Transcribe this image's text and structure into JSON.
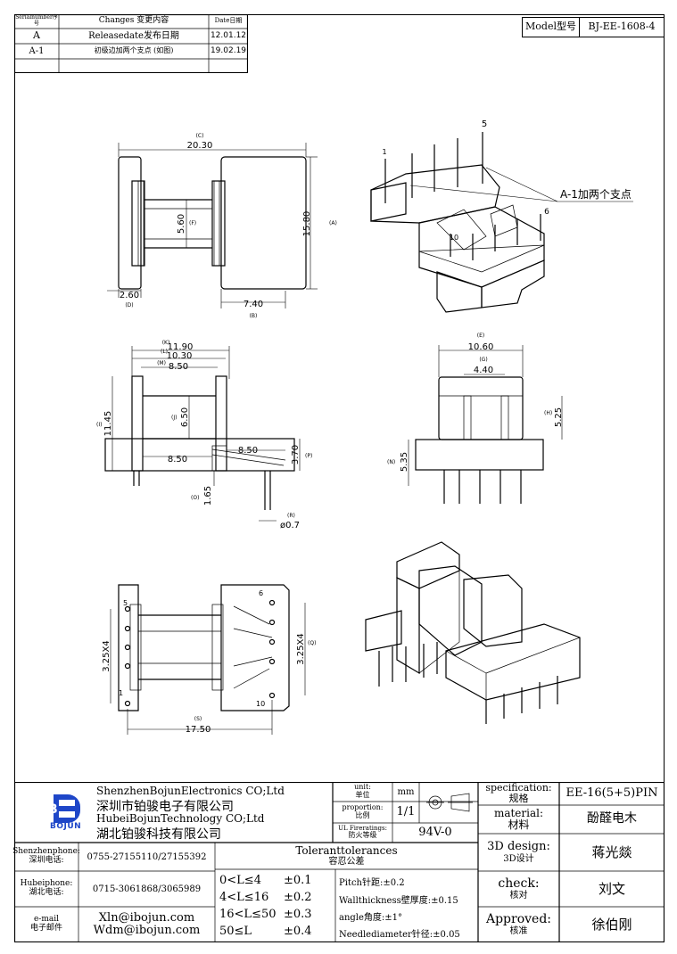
{
  "revision_table": {
    "headers": {
      "serial": "Serialnumber序号",
      "changes": "Changes 变更内容",
      "date": "Date日期"
    },
    "rows": [
      {
        "serial": "A",
        "change": "Releasedate发布日期",
        "date": "12.01.12"
      },
      {
        "serial": "A-1",
        "change": "初级边加两个支点 (如图)",
        "date": "19.02.19"
      }
    ]
  },
  "model": {
    "label": "Model型号",
    "value": "BJ-EE-1608-4"
  },
  "annotation": {
    "note": "A-1加两个支点"
  },
  "dimensions": {
    "view1": {
      "c_label": "(C)",
      "c_value": "20.30",
      "a_label": "(A)",
      "a_value": "15.80",
      "f_label": "(F)",
      "f_value": "5.60",
      "d_label": "(D)",
      "d_value": "2.60",
      "b_label": "(B)",
      "b_value": "7.40"
    },
    "view2": {
      "k_label": "(K)",
      "k_value": "11.90",
      "l_label": "(L)",
      "l_value": "10.30",
      "m_label": "(M)",
      "m_value": "8.50",
      "i_label": "(I)",
      "i_value": "11.45",
      "j_label": "(J)",
      "j_value": "6.50",
      "inner_value": "8.50",
      "p_value_left": "8.50",
      "p_value": "3.70",
      "p_label": "(P)",
      "o_label": "(O)",
      "o_value": "1.65",
      "r_label": "(R)",
      "r_value": "ø0.7"
    },
    "view3": {
      "e_label": "(E)",
      "e_value": "10.60",
      "g_label": "(G)",
      "g_value": "4.40",
      "h_label": "(H)",
      "h_value": "5.25",
      "n_label": "(N)",
      "n_value": "5.35"
    },
    "view4": {
      "left_value": "3.25X4",
      "right_value": "3.25X4",
      "q_label": "(Q)",
      "s_label": "(S)",
      "s_value": "17.50",
      "pin5": "5",
      "pin1": "1",
      "pin6": "6",
      "pin10": "10"
    },
    "iso": {
      "pin1": "1",
      "pin5": "5",
      "pin6": "6",
      "pin10": "10"
    }
  },
  "company": {
    "name_en1": "ShenzhenBojunElectronics CO;Ltd",
    "name_cn1": "深圳市铂骏电子有限公司",
    "name_en2": "HubeiBojunTechnology CO;Ltd",
    "name_cn2": "湖北铂骏科技有限公司",
    "logo_text": "BOJUN",
    "logo_letter": "B"
  },
  "info": {
    "unit_label": "unit:",
    "unit_label_cn": "单位",
    "unit_value": "mm",
    "proportion_label": "proportion:",
    "proportion_label_cn": "比例",
    "proportion_value": "1/1",
    "ul_label": "UL Fireratings:",
    "ul_label_cn": "防火等级",
    "ul_value": "94V-0",
    "spec_label": "specification:",
    "spec_label_cn": "规格",
    "spec_value": "EE-16(5+5)PIN",
    "material_label": "material:",
    "material_label_cn": "材料",
    "material_value": "酚醛电木",
    "design_label": "3D design:",
    "design_label_cn": "3D设计",
    "design_value": "蒋光燚",
    "check_label": "check:",
    "check_label_cn": "核对",
    "check_value": "刘文",
    "approved_label": "Approved:",
    "approved_label_cn": "核准",
    "approved_value": "徐伯刚"
  },
  "contacts": {
    "shenzhen_label": "Shenzhenphone:",
    "shenzhen_label_cn": "深圳电话:",
    "shenzhen_value": "0755-27155110/27155392",
    "hubei_label": "Hubeiphone:",
    "hubei_label_cn": "湖北电话:",
    "hubei_value": "0715-3061868/3065989",
    "email_label": "e-mail",
    "email_label_cn": "电子邮件",
    "email1": "Xln@ibojun.com",
    "email2": "Wdm@ibojun.com"
  },
  "tolerances": {
    "title": "Toleranttolerances",
    "title_cn": "容忍公差",
    "rows": [
      {
        "range": "0<L≤4",
        "value": "±0.1"
      },
      {
        "range": "4<L≤16",
        "value": "±0.2"
      },
      {
        "range": "16<L≤50",
        "value": "±0.3"
      },
      {
        "range": "50≤L",
        "value": "±0.4"
      }
    ],
    "pitch": "Pitch针距:±0.2",
    "wall": "Wallthickness壁厚度:±0.15",
    "angle": "angle角度:±1°",
    "needle": "Needlediameter针径:±0.05"
  }
}
